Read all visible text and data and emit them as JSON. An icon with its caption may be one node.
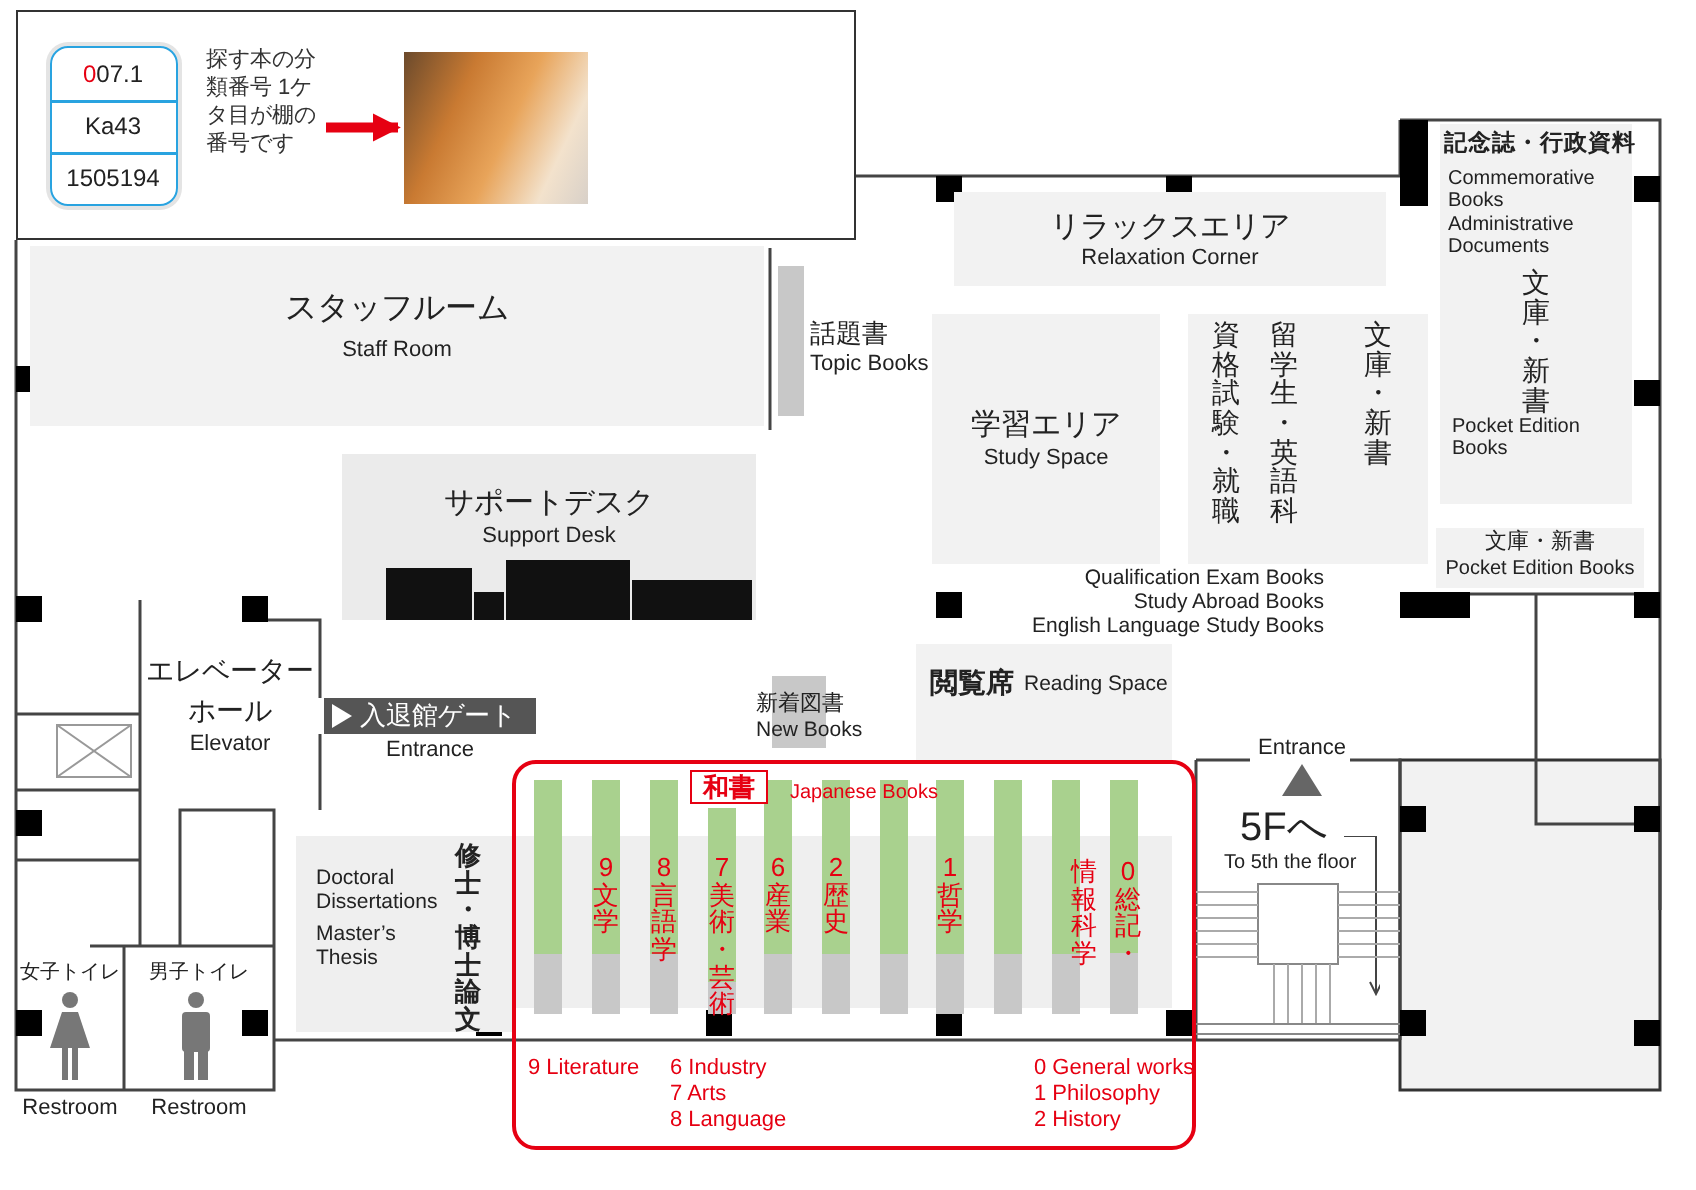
{
  "diagram": {
    "nodes": [
      {
        "text": [],
        "shape": "box"
      },
      {
        "text": [
          "007.1",
          "Ka43",
          "1505194"
        ],
        "in": 0
      },
      {
        "text": [
          "探す本の分類番号 1ケタ目が棚の番号です"
        ],
        "in": 0
      },
      {
        "text": [],
        "shape": "picture",
        "in": 0
      },
      {
        "text": [
          "スタッフルーム",
          "Staff Room"
        ]
      },
      {
        "text": [
          "話題書",
          "Topic Books"
        ]
      },
      {
        "text": [
          "リラックスエリア",
          "Relaxation Corner"
        ]
      },
      {
        "text": [
          "学習エリア",
          "Study Space"
        ]
      },
      {
        "text": [
          "資格試験・就職",
          "留学生・英語科",
          "文庫・新書"
        ],
        "beside": [
          "Qualification Exam Books",
          "Study Abroad Books",
          "English Language Study Books"
        ]
      },
      {
        "text": [
          "記念誌・行政資料",
          "Commemorative Books",
          "Administrative Documents",
          "文庫・新書",
          "Pocket Edition Books"
        ]
      },
      {
        "text": [
          "文庫・新書",
          "Pocket Edition Books"
        ]
      },
      {
        "text": [
          "サポートデスク",
          "Support Desk"
        ]
      },
      {
        "text": [
          "エレベーターホール",
          "Elevator"
        ]
      },
      {
        "text": [
          "入退館ゲート"
        ],
        "beside": [
          "Entrance"
        ]
      },
      {
        "text": [
          "新着図書",
          "New Books"
        ]
      },
      {
        "text": [
          "閲覧席",
          "Reading Space"
        ]
      },
      {
        "text": [
          "Doctoral Dissertations",
          "Master’s Thesis",
          "修士・博士論文"
        ]
      },
      {
        "text": [
          "Japanese Books",
          "9 Literature",
          "6 Industry",
          "7 Arts",
          "8 Language",
          "0 General works",
          "1 Philosophy",
          "2 History"
        ]
      },
      {
        "text": [
          "和書"
        ],
        "in": 17
      },
      {
        "text": [],
        "shape": "bar",
        "in": 17
      },
      {
        "text": [
          "9文学"
        ],
        "in": 17
      },
      {
        "text": [
          "8言語学"
        ],
        "in": 17
      },
      {
        "text": [
          "7美術・芸術"
        ],
        "in": 17
      },
      {
        "text": [
          "6産業"
        ],
        "in": 17
      },
      {
        "text": [
          "2歴史"
        ],
        "in": 17
      },
      {
        "text": [],
        "shape": "bar",
        "in": 17
      },
      {
        "text": [
          "1哲学"
        ],
        "in": 17
      },
      {
        "text": [],
        "shape": "bar",
        "in": 17
      },
      {
        "text": [],
        "shape": "bar",
        "in": 17
      },
      {
        "text": [
          "0総記・情報科学"
        ],
        "in": 17
      },
      {
        "text": [
          "5Fへ",
          "To 5th the floor"
        ]
      },
      {
        "text": [
          "女子トイレ"
        ],
        "beside": [
          "Restroom"
        ]
      },
      {
        "text": [
          "男子トイレ"
        ],
        "beside": [
          "Restroom"
        ]
      }
    ],
    "edges": [
      {
        "from": 2,
        "to": 3,
        "arrow": "to",
        "color": "#e60012"
      }
    ],
    "labels": [
      "Entrance"
    ]
  }
}
